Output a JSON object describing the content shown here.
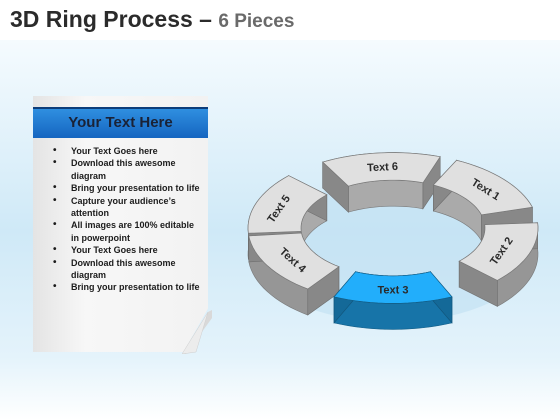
{
  "title": {
    "main": "3D Ring Process –",
    "sub": "6 Pieces"
  },
  "card": {
    "heading": "Your Text Here",
    "bullets": [
      "Your Text Goes here",
      "Download this awesome diagram",
      "Bring your presentation to life",
      "Capture your audience’s attention",
      "All images are 100% editable in powerpoint",
      "Your Text Goes here",
      "Download this awesome diagram",
      "Bring your presentation to life"
    ]
  },
  "ring": {
    "segments": [
      {
        "label": "Text 1",
        "color": "#c8c8c8",
        "highlighted": false
      },
      {
        "label": "Text 2",
        "color": "#c8c8c8",
        "highlighted": false
      },
      {
        "label": "Text 3",
        "color": "#1e9be0",
        "highlighted": true
      },
      {
        "label": "Text 4",
        "color": "#c8c8c8",
        "highlighted": false
      },
      {
        "label": "Text 5",
        "color": "#c8c8c8",
        "highlighted": false
      },
      {
        "label": "Text 6",
        "color": "#c8c8c8",
        "highlighted": false
      }
    ]
  },
  "colors": {
    "accent": "#1e9be0",
    "header": "#1565c0",
    "segment_gray": "#c8c8c8"
  }
}
